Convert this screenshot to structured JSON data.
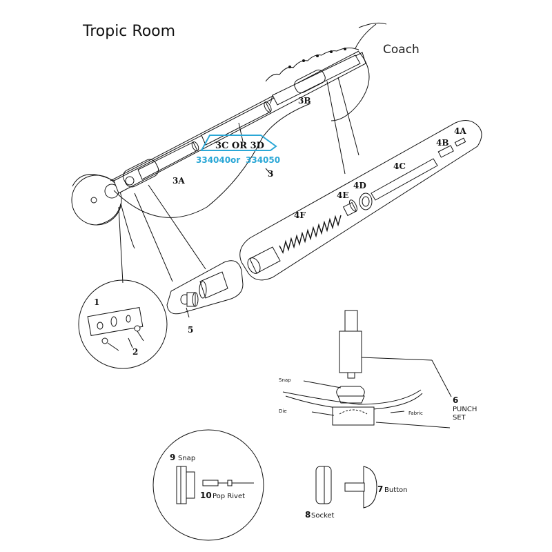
{
  "title": "Tropic Room",
  "coach_label": "Coach",
  "callouts": {
    "c3B": "3B",
    "c3CD": "3C OR 3D",
    "part_a": "334040",
    "or_word": "or",
    "part_b": "334050",
    "c3": "3",
    "c3A": "3A",
    "c4A": "4A",
    "c4B": "4B",
    "c4C": "4C",
    "c4D": "4D",
    "c4E": "4E",
    "c4F": "4F",
    "c1": "1",
    "c2": "2",
    "c5": "5"
  },
  "punch_set": {
    "number": "6",
    "line1": "PUNCH",
    "line2": "SET",
    "snap": "Snap",
    "die": "Die",
    "fabric": "Fabric"
  },
  "parts": {
    "p9_num": "9",
    "p9_name": "Snap",
    "p10_num": "10",
    "p10_name": "Pop Rivet",
    "p7_num": "7",
    "p7_name": "Button",
    "p8_num": "8",
    "p8_name": "Socket"
  },
  "colors": {
    "highlight": "#2aa7d6",
    "ink": "#111111"
  }
}
